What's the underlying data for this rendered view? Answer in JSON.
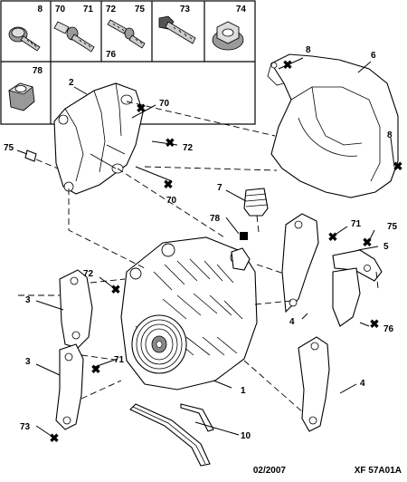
{
  "legend": {
    "cells": [
      {
        "ref": "8",
        "icon": "flange-bolt"
      },
      {
        "ref": "70",
        "ref2": "71",
        "icon": "collared-bolt"
      },
      {
        "ref": "72",
        "ref2": "75",
        "ref3": "76",
        "icon": "threaded-stud"
      },
      {
        "ref": "73",
        "icon": "hex-bolt"
      },
      {
        "ref": "74",
        "icon": "flange-nut"
      },
      {
        "ref": "78",
        "icon": "hex-nut"
      }
    ]
  },
  "callouts": {
    "c1": "1",
    "c2": "2",
    "c3a": "3",
    "c3b": "3",
    "c4a": "4",
    "c4b": "4",
    "c5": "5",
    "c6": "6",
    "c7": "7",
    "c8a": "8",
    "c8b": "8",
    "c10": "10",
    "c70a": "70",
    "c70b": "70",
    "c71a": "71",
    "c71b": "71",
    "c72a": "72",
    "c72b": "72",
    "c73": "73",
    "c75a": "75",
    "c75b": "75",
    "c76": "76",
    "c78": "78"
  },
  "footer": {
    "date": "02/2007",
    "code": "XF 57A01A"
  }
}
